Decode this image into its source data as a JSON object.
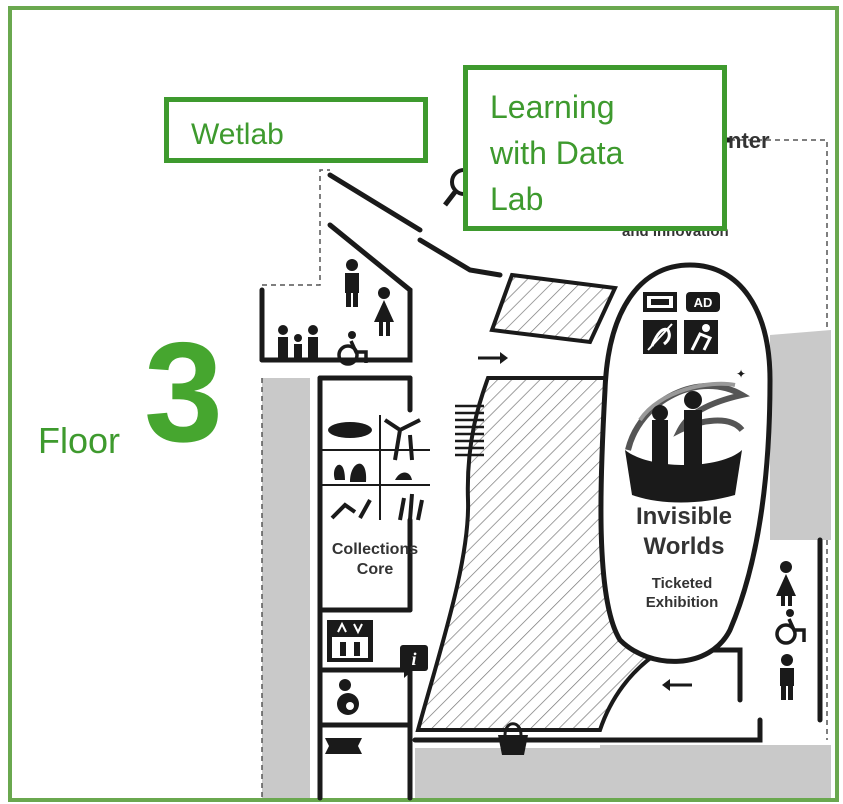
{
  "floor": {
    "label": "Floor",
    "number": "3"
  },
  "callouts": {
    "wetlab": "Wetlab",
    "learning_lab_lines": [
      "Learning",
      "with Data",
      "Lab"
    ]
  },
  "map_labels": {
    "center_partial": "nter",
    "innovation_partial": "and innovation",
    "collections": [
      "Collections",
      "Core"
    ],
    "exhibition": [
      "Invisible",
      "Worlds"
    ],
    "ticketed": [
      "Ticketed",
      "Exhibition"
    ],
    "ad_badge": "AD"
  },
  "icons": [
    "restroom-men-icon",
    "restroom-women-icon",
    "family-restroom-icon",
    "wheelchair-icon",
    "audio-description-icon",
    "assistive-listening-icon",
    "sign-language-icon",
    "elevator-icon",
    "nursing-room-icon",
    "ticket-icon",
    "info-icon",
    "shopping-basket-icon",
    "search-magnifier-icon",
    "stairs-icon",
    "arrow-right-icon",
    "arrow-left-icon"
  ],
  "colors": {
    "accent_green": "#3e9a2e",
    "frame_green": "#6aa84f",
    "wall_gray": "#c9c9c9",
    "line": "#1a1a1a"
  }
}
